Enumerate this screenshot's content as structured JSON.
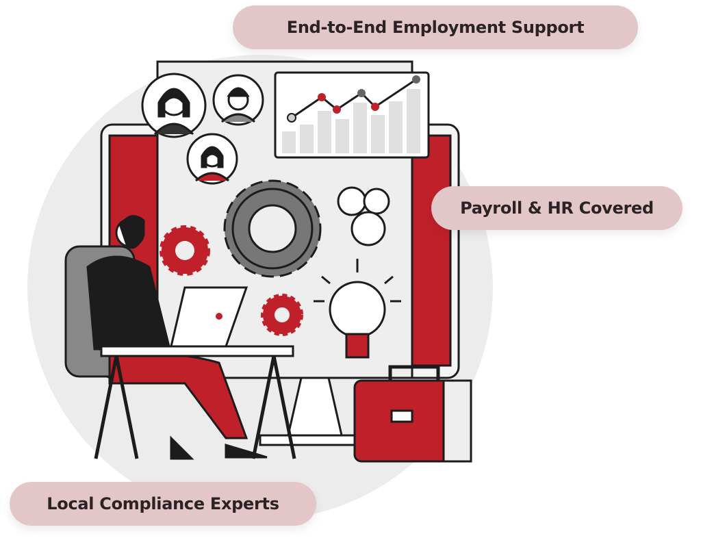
{
  "labels": {
    "top": "End-to-End Employment Support",
    "right": "Payroll & HR Covered",
    "bottom": "Local Compliance Experts"
  },
  "colors": {
    "accent": "#c0202a",
    "pill": "#e3c7c8",
    "text": "#2a2224",
    "grey": "#e6e6e6"
  }
}
